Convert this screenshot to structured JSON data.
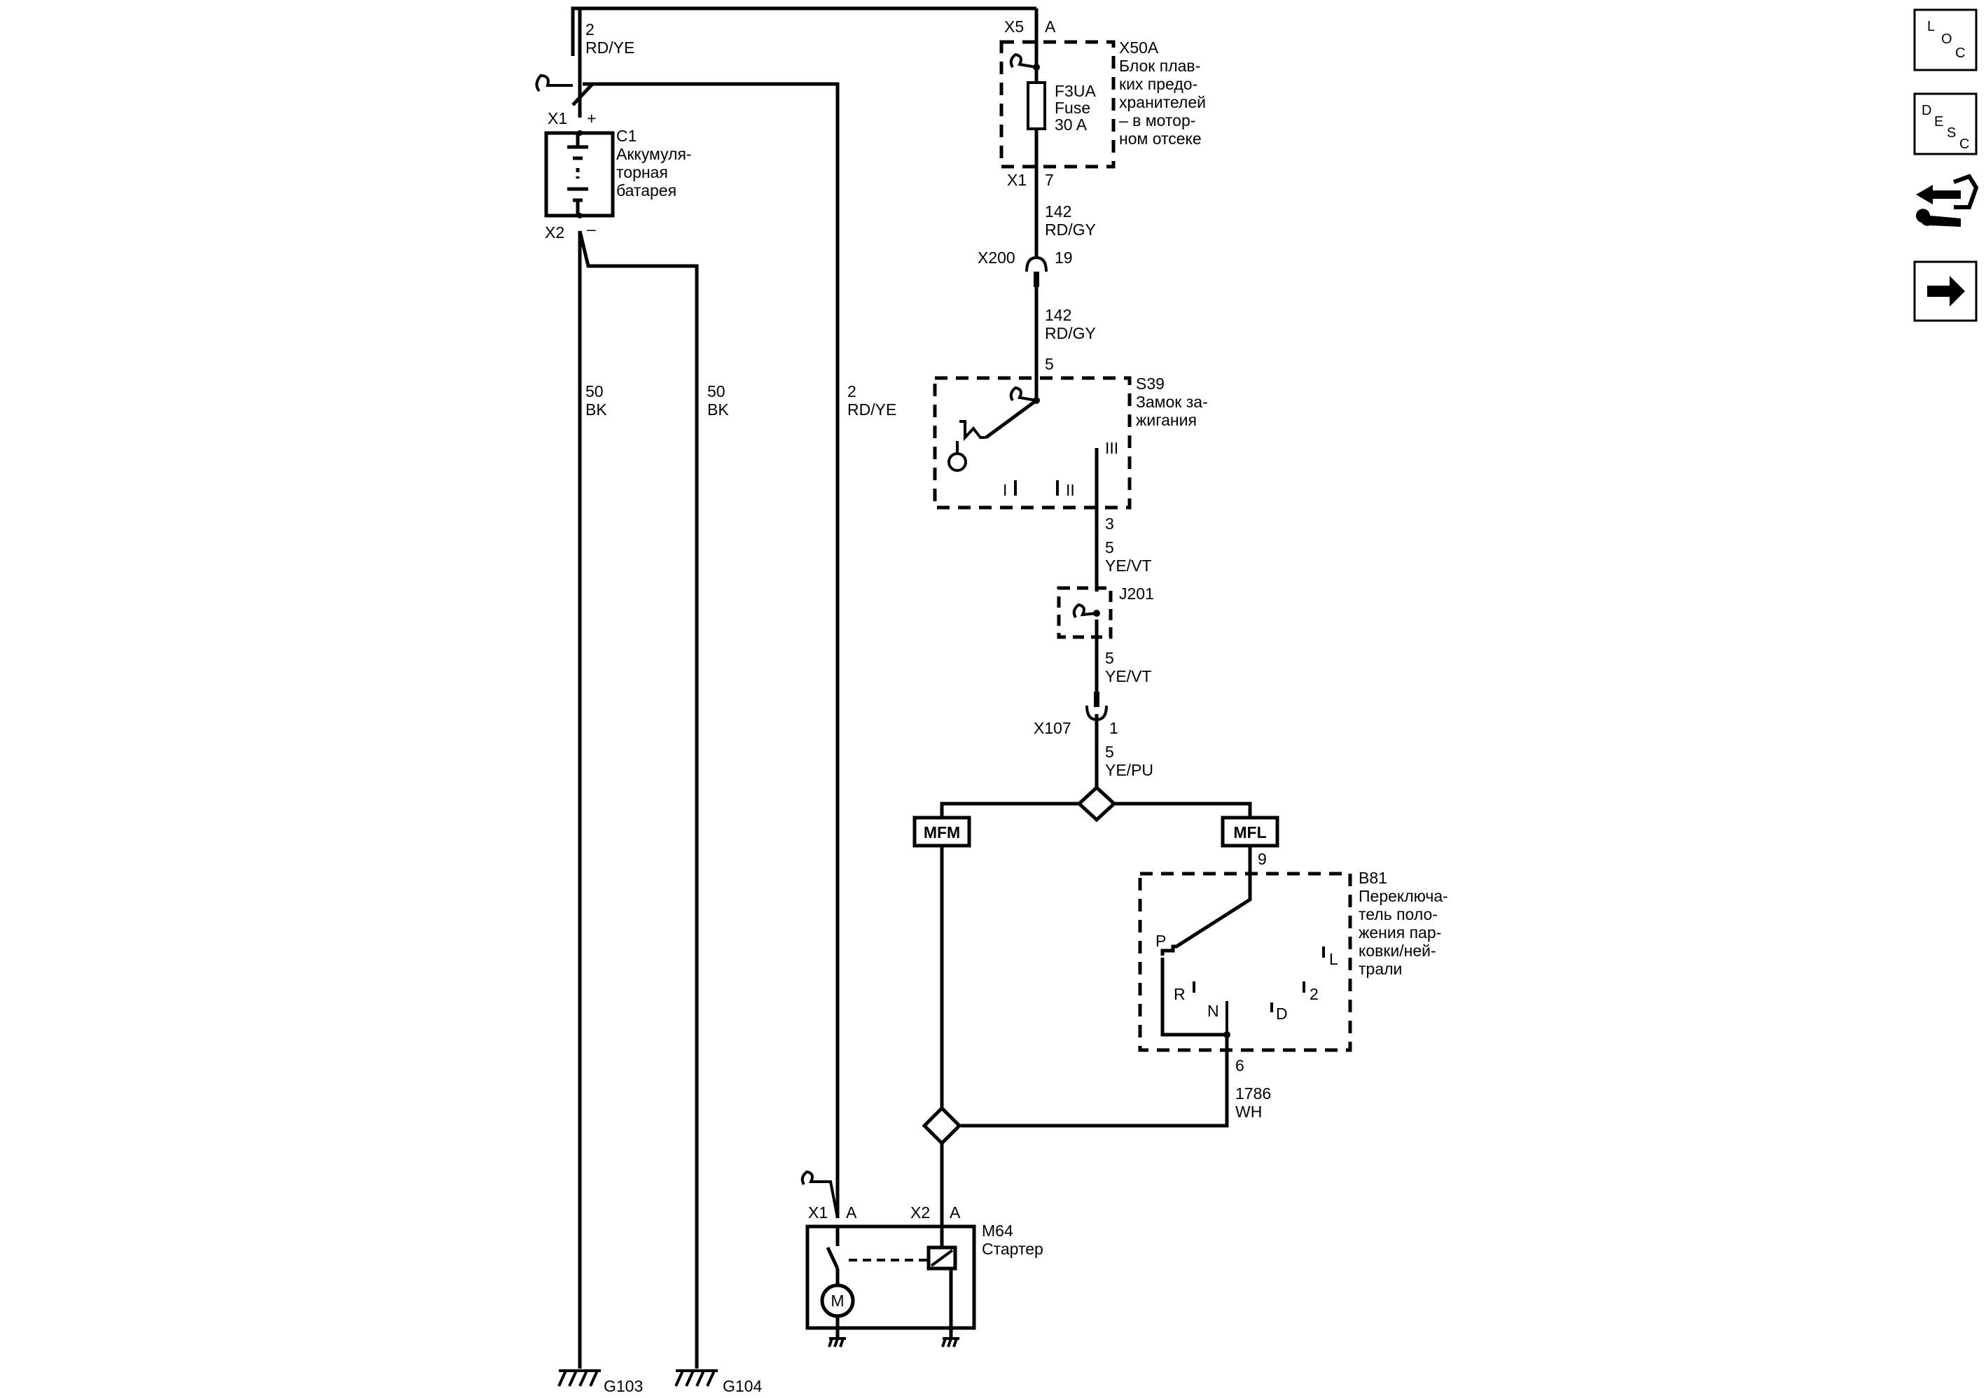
{
  "battery": {
    "conn_x1": "X1",
    "plus": "+",
    "conn_x2": "X2",
    "minus": "–",
    "wire_top_num": "2",
    "wire_top_color": "RD/YE",
    "ref": "C1",
    "name_l1": "Аккумуля-",
    "name_l2": "торная",
    "name_l3": "батарея"
  },
  "ground_wires": [
    {
      "num": "50",
      "color": "BK",
      "ground": "G103"
    },
    {
      "num": "50",
      "color": "BK",
      "ground": "G104"
    }
  ],
  "starter_feed": {
    "num": "2",
    "color": "RD/YE"
  },
  "fuse_block": {
    "conn_top": "X5",
    "pin_top": "A",
    "ref": "X50A",
    "name_l1": "Блок плав-",
    "name_l2": "ких предо-",
    "name_l3": "хранителей",
    "name_l4": "– в мотор-",
    "name_l5": "ном отсеке",
    "fuse_id": "F3UA",
    "fuse_word": "Fuse",
    "fuse_rating": "30 A",
    "conn_bottom": "X1",
    "pin_bottom": "7"
  },
  "wire_142_a": {
    "num": "142",
    "color": "RD/GY"
  },
  "x200": {
    "conn": "X200",
    "pin": "19"
  },
  "wire_142_b": {
    "num": "142",
    "color": "RD/GY"
  },
  "ignition": {
    "pin_in": "5",
    "ref": "S39",
    "name_l1": "Замок за-",
    "name_l2": "жигания",
    "pos1": "I",
    "pos2": "II",
    "pos3": "III",
    "pin_out": "3"
  },
  "wire_5_a": {
    "num": "5",
    "color": "YE/VT"
  },
  "j201": {
    "ref": "J201"
  },
  "wire_5_b": {
    "num": "5",
    "color": "YE/VT"
  },
  "x107": {
    "conn": "X107",
    "pin": "1"
  },
  "wire_5_c": {
    "num": "5",
    "color": "YE/PU"
  },
  "options": {
    "mfm": "MFM",
    "mfl": "MFL"
  },
  "pn_switch": {
    "pin_in": "9",
    "ref": "B81",
    "name_l1": "Переключа-",
    "name_l2": "тель поло-",
    "name_l3": "жения пар-",
    "name_l4": "ковки/ней-",
    "name_l5": "трали",
    "p": "P",
    "r": "R",
    "n": "N",
    "d": "D",
    "two": "2",
    "l": "L",
    "pin_out": "6"
  },
  "wire_1786": {
    "num": "1786",
    "color": "WH"
  },
  "starter": {
    "conn_x1": "X1",
    "pin_x1": "A",
    "conn_x2": "X2",
    "pin_x2": "A",
    "ref": "M64",
    "name": "Стартер",
    "motor": "M"
  },
  "nav": {
    "loc": [
      "L",
      "O",
      "C"
    ],
    "desc": [
      "D",
      "E",
      "S",
      "C"
    ],
    "back_icon": "connector-tool-icon",
    "next_icon": "arrow-right-icon"
  }
}
